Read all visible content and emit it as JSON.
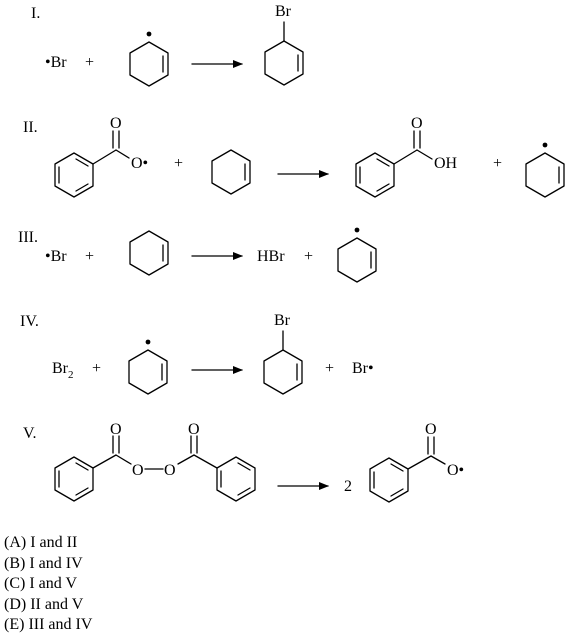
{
  "reactions": [
    {
      "numeral": "I.",
      "plus_1": "+",
      "product_label": "Br"
    },
    {
      "numeral": "II.",
      "plus_1": "+",
      "plus_2": "+"
    },
    {
      "numeral": "III.",
      "plus_1": "+",
      "plus_2": "+"
    },
    {
      "numeral": "IV.",
      "plus_1": "+",
      "plus_2": "+",
      "product_label": "Br"
    },
    {
      "numeral": "V.",
      "coefficient": "2"
    }
  ],
  "labels": {
    "bromine_radical": "•Br",
    "bromine_radical_right": "Br•",
    "bromine_molecule": "Br",
    "bromine_subscript": "2",
    "hydrogen_bromide": "HBr",
    "oxygen": "O",
    "oxy_radical": "O•",
    "hydroxyl": "OH",
    "radical_dot": "•"
  },
  "choices": [
    {
      "letter": "(A)",
      "text": "I and II"
    },
    {
      "letter": "(B)",
      "text": "I and IV"
    },
    {
      "letter": "(C)",
      "text": "I and V"
    },
    {
      "letter": "(D)",
      "text": "II and V"
    },
    {
      "letter": "(E)",
      "text": "III and IV"
    }
  ]
}
